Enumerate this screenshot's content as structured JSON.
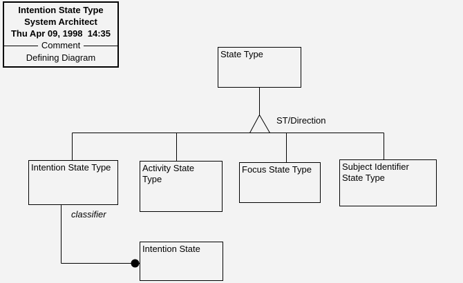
{
  "colors": {
    "background": "#f3f3f3",
    "line": "#000000",
    "text": "#000000"
  },
  "title_block": {
    "line1": "Intention State Type",
    "line2": "System Architect",
    "line3": "Thu Apr 09, 1998  14:35",
    "divider_label": "Comment",
    "line4": "Defining Diagram"
  },
  "nodes": {
    "state_type": {
      "label": "State Type"
    },
    "intention_state_type": {
      "label": "Intention State Type"
    },
    "activity_state_type": {
      "label": "Activity State Type"
    },
    "focus_state_type": {
      "label": "Focus State Type"
    },
    "subject_identifier_state_type": {
      "label": "Subject Identifier State Type"
    },
    "intention_state": {
      "label": "Intention State"
    }
  },
  "edges": {
    "generalization_label": "ST/Direction",
    "classifier_label": "classifier",
    "generalization_marker": "hollow-triangle",
    "classifier_terminator": "filled-dot"
  }
}
